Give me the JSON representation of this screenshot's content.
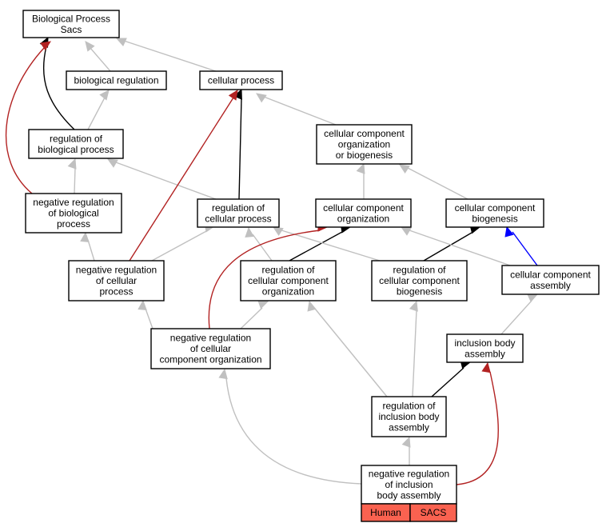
{
  "colors": {
    "gray_edge": "#c0c0c0",
    "black_edge": "#000000",
    "red_edge": "#b22222",
    "blue_edge": "#0000ff",
    "highlight_fill": "#fa6250"
  },
  "nodes": {
    "root": {
      "lines": [
        "Biological Process",
        "Sacs"
      ]
    },
    "biological_regulation": {
      "lines": [
        "biological regulation"
      ]
    },
    "cellular_process": {
      "lines": [
        "cellular process"
      ]
    },
    "regulation_of_biological_process": {
      "lines": [
        "regulation of",
        "biological process"
      ]
    },
    "ccob": {
      "lines": [
        "cellular component",
        "organization",
        "or biogenesis"
      ]
    },
    "neg_reg_biological_process": {
      "lines": [
        "negative regulation",
        "of biological",
        "process"
      ]
    },
    "regulation_of_cellular_process": {
      "lines": [
        "regulation of",
        "cellular process"
      ]
    },
    "cc_organization": {
      "lines": [
        "cellular component",
        "organization"
      ]
    },
    "cc_biogenesis": {
      "lines": [
        "cellular component",
        "biogenesis"
      ]
    },
    "neg_reg_cellular_process": {
      "lines": [
        "negative regulation",
        "of cellular",
        "process"
      ]
    },
    "reg_cc_organization": {
      "lines": [
        "regulation of",
        "cellular component",
        "organization"
      ]
    },
    "reg_cc_biogenesis": {
      "lines": [
        "regulation of",
        "cellular component",
        "biogenesis"
      ]
    },
    "cc_assembly": {
      "lines": [
        "cellular component",
        "assembly"
      ]
    },
    "neg_reg_cc_organization": {
      "lines": [
        "negative regulation",
        "of cellular",
        "component organization"
      ]
    },
    "inclusion_body_assembly": {
      "lines": [
        "inclusion body",
        "assembly"
      ]
    },
    "reg_inclusion_body_assembly": {
      "lines": [
        "regulation of",
        "inclusion body",
        "assembly"
      ]
    },
    "neg_reg_inclusion_body_assembly": {
      "lines": [
        "negative regulation",
        "of inclusion",
        "body assembly"
      ]
    }
  },
  "footer": {
    "species": "Human",
    "gene": "SACS"
  }
}
